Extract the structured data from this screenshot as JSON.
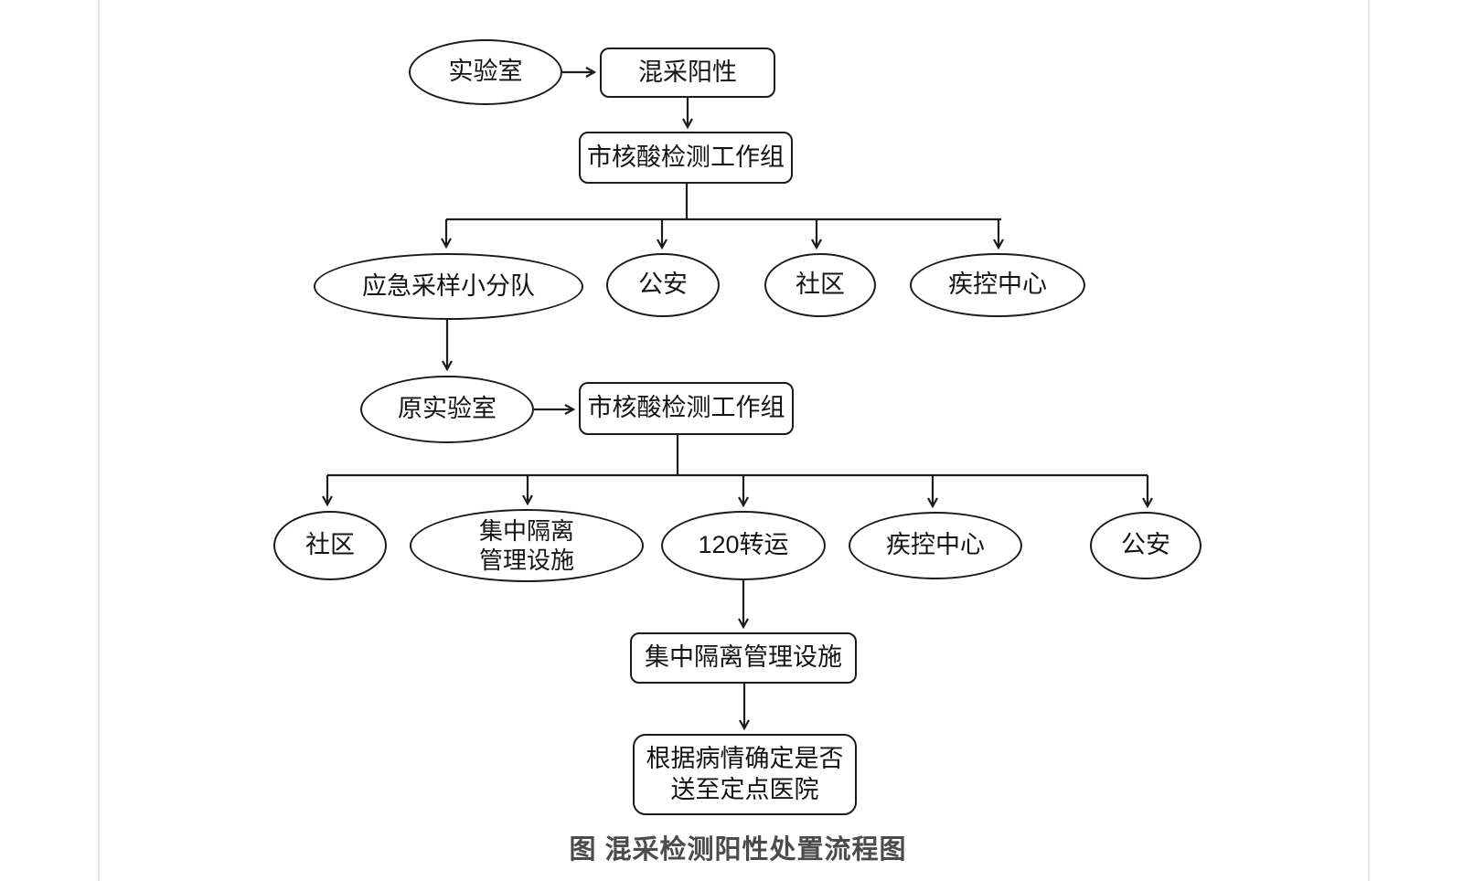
{
  "figure": {
    "caption": "图 混采检测阳性处置流程图"
  },
  "nodes": {
    "lab": {
      "label": "实验室",
      "shape": "ellipse"
    },
    "mixed_positive": {
      "label": "混采阳性",
      "shape": "rect"
    },
    "workgroup_top": {
      "label": "市核酸检测工作组",
      "shape": "rect"
    },
    "emergency_sampling_team": {
      "label": "应急采样小分队",
      "shape": "ellipse"
    },
    "police_top": {
      "label": "公安",
      "shape": "ellipse"
    },
    "community_top": {
      "label": "社区",
      "shape": "ellipse"
    },
    "cdc_top": {
      "label": "疾控中心",
      "shape": "ellipse"
    },
    "original_lab": {
      "label": "原实验室",
      "shape": "ellipse"
    },
    "workgroup_mid": {
      "label": "市核酸检测工作组",
      "shape": "rect"
    },
    "community_mid": {
      "label": "社区",
      "shape": "ellipse"
    },
    "isolation_facility_oval": {
      "label": "集中隔离\n管理设施",
      "shape": "ellipse"
    },
    "transfer_120": {
      "label": "120转运",
      "shape": "ellipse"
    },
    "cdc_mid": {
      "label": "疾控中心",
      "shape": "ellipse"
    },
    "police_mid": {
      "label": "公安",
      "shape": "ellipse"
    },
    "isolation_facility_box": {
      "label": "集中隔离管理设施",
      "shape": "rect"
    },
    "hospital_decision": {
      "label": "根据病情确定是否\n送至定点医院",
      "shape": "rect"
    }
  },
  "colors": {
    "stroke": "#1b1b1b",
    "page_border": "#e6e6e6",
    "caption_text": "#4b4b4b"
  }
}
